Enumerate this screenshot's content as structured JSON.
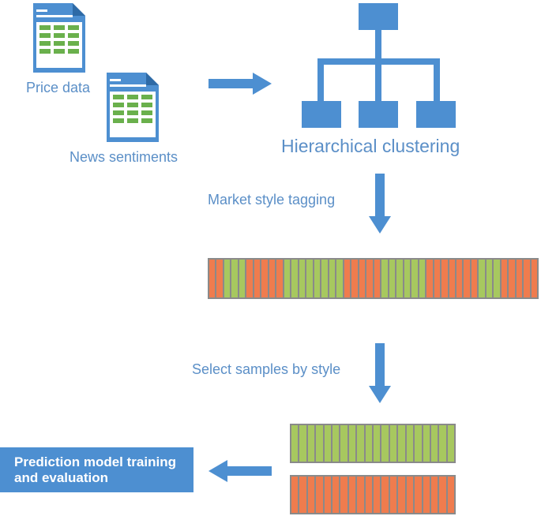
{
  "colors": {
    "blue": "#4d8fd1",
    "dark_blue": "#2e6aa6",
    "label_blue": "#5b8fc7",
    "orange": "#ef7c4e",
    "green": "#a7c85f",
    "table_green": "#6ab04c",
    "gray": "#8a8a8a"
  },
  "icons": {
    "price_doc": "spreadsheet-document-icon",
    "news_doc": "spreadsheet-document-icon",
    "tree": "hierarchy-tree-icon"
  },
  "labels": {
    "price_data": "Price data",
    "news_sentiments": "News sentiments",
    "hierarchical_clustering": "Hierarchical clustering",
    "market_style_tagging": "Market style tagging",
    "select_samples": "Select samples by style",
    "prediction_line1": "Prediction model training",
    "prediction_line2": "and evaluation"
  },
  "strips": {
    "tagged": [
      "o",
      "o",
      "g",
      "g",
      "g",
      "o",
      "o",
      "o",
      "o",
      "o",
      "g",
      "g",
      "g",
      "g",
      "g",
      "g",
      "g",
      "g",
      "o",
      "o",
      "o",
      "o",
      "o",
      "g",
      "g",
      "g",
      "g",
      "g",
      "g",
      "o",
      "o",
      "o",
      "o",
      "o",
      "o",
      "o",
      "g",
      "g",
      "g",
      "o",
      "o",
      "o",
      "o",
      "o"
    ],
    "green_samples_count": 20,
    "orange_samples_count": 20
  }
}
